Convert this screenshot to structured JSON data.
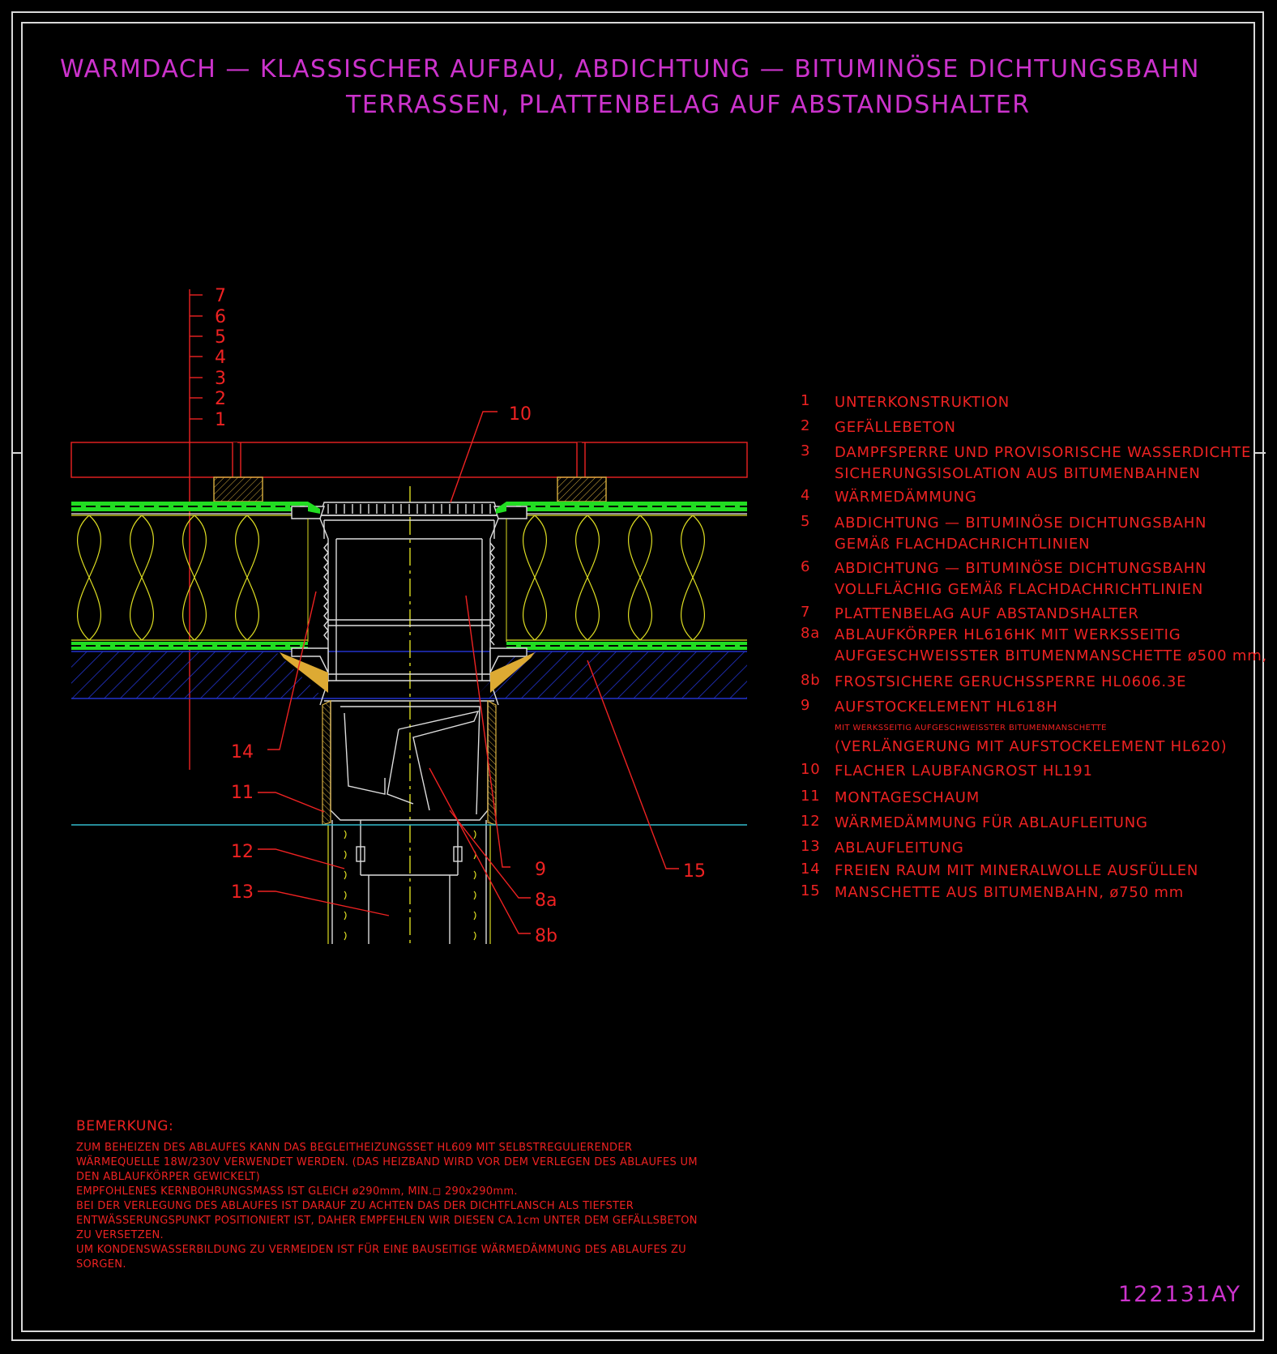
{
  "title": {
    "line1": "WARMDACH — KLASSISCHER AUFBAU, ABDICHTUNG — BITUMINÖSE DICHTUNGSBAHN",
    "line2": "TERRASSEN, PLATTENBELAG AUF ABSTANDSHALTER"
  },
  "layer_scale": [
    "7",
    "6",
    "5",
    "4",
    "3",
    "2",
    "1"
  ],
  "callouts": {
    "c10": "10",
    "c14": "14",
    "c11": "11",
    "c12": "12",
    "c13": "13",
    "c9": "9",
    "c8a": "8a",
    "c8b": "8b",
    "c15": "15"
  },
  "legend": [
    {
      "num": "1",
      "text": "UNTERKONSTRUKTION"
    },
    {
      "num": "2",
      "text": "GEFÄLLEBETON"
    },
    {
      "num": "3",
      "text": "DAMPFSPERRE UND PROVISORISCHE WASSERDICHTE\nSICHERUNGSISOLATION AUS BITUMENBAHNEN"
    },
    {
      "num": "4",
      "text": "WÄRMEDÄMMUNG"
    },
    {
      "num": "5",
      "text": "ABDICHTUNG — BITUMINÖSE DICHTUNGSBAHN\nGEMÄß FLACHDACHRICHTLINIEN"
    },
    {
      "num": "6",
      "text": "ABDICHTUNG — BITUMINÖSE DICHTUNGSBAHN\nVOLLFLÄCHIG GEMÄß FLACHDACHRICHTLINIEN"
    },
    {
      "num": "7",
      "text": "PLATTENBELAG AUF ABSTANDSHALTER"
    },
    {
      "num": "8a",
      "text": "ABLAUFKÖRPER HL616HK MIT WERKSSEITIG\nAUFGESCHWEISSTER BITUMENMANSCHETTE ø500 mm,"
    },
    {
      "num": "8b",
      "text": "FROSTSICHERE GERUCHSSPERRE HL0606.3E"
    },
    {
      "num": "9",
      "text": "AUFSTOCKELEMENT HL618H"
    },
    {
      "num": "",
      "text": "MIT WERKSSEITIG AUFGESCHWEISSTER BITUMENMANSCHETTE"
    },
    {
      "num": "",
      "text": "(VERLÄNGERUNG MIT AUFSTOCKELEMENT HL620)"
    },
    {
      "num": "10",
      "text": "FLACHER LAUBFANGROST HL191"
    },
    {
      "num": "11",
      "text": "MONTAGESCHAUM"
    },
    {
      "num": "12",
      "text": "WÄRMEDÄMMUNG FÜR ABLAUFLEITUNG"
    },
    {
      "num": "13",
      "text": "ABLAUFLEITUNG"
    },
    {
      "num": "14",
      "text": "FREIEN RAUM MIT MINERALWOLLE AUSFÜLLEN"
    },
    {
      "num": "15",
      "text": "MANSCHETTE AUS BITUMENBAHN, ø750 mm"
    }
  ],
  "notes": {
    "heading": "BEMERKUNG:",
    "lines": [
      "ZUM BEHEIZEN DES ABLAUFES KANN DAS BEGLEITHEIZUNGSSET HL609 MIT SELBSTREGULIERENDER",
      "WÄRMEQUELLE 18W/230V VERWENDET WERDEN. (DAS HEIZBAND WIRD VOR DEM VERLEGEN DES ABLAUFES UM",
      "DEN ABLAUFKÖRPER GEWICKELT)",
      "EMPFOHLENES KERNBOHRUNGSMASS IST GLEICH ø290mm, MIN.◻ 290x290mm.",
      "BEI DER VERLEGUNG DES ABLAUFES IST DARAUF ZU ACHTEN DAS DER DICHTFLANSCH ALS TIEFSTER",
      "ENTWÄSSERUNGSPUNKT POSITIONIERT IST, DAHER EMPFEHLEN WIR DIESEN CA.1cm UNTER DEM GEFÄLLSBETON",
      "ZU VERSETZEN.",
      "UM KONDENSWASSERBILDUNG ZU VERMEIDEN IST FÜR EINE BAUSEITIGE WÄRMEDÄMMUNG DES ABLAUFES ZU",
      "SORGEN."
    ]
  },
  "drawing_id": "122131AY",
  "colors": {
    "background": "#000000",
    "frame": "#d8d8d8",
    "title": "#cc33cc",
    "text": "#ee2222",
    "membrane": "#22dd22",
    "insulation": "#dddd22",
    "concrete": "#2233cc",
    "drain": "#dddddd",
    "baseline": "#33bbcc"
  }
}
